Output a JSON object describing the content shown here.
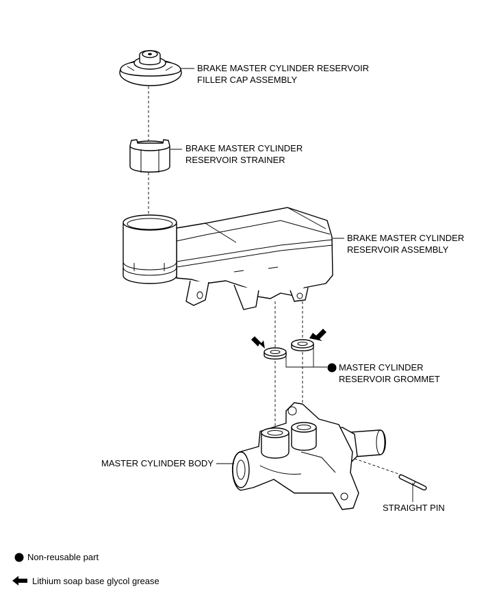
{
  "parts": {
    "filler_cap": [
      "BRAKE MASTER CYLINDER RESERVOIR",
      "FILLER CAP ASSEMBLY"
    ],
    "strainer": [
      "BRAKE MASTER CYLINDER",
      "RESERVOIR STRAINER"
    ],
    "reservoir": [
      "BRAKE MASTER CYLINDER",
      "RESERVOIR ASSEMBLY"
    ],
    "grommet": [
      "MASTER CYLINDER",
      "RESERVOIR GROMMET"
    ],
    "body": "MASTER CYLINDER BODY",
    "pin": "STRAIGHT PIN"
  },
  "legend": {
    "non_reusable": "Non-reusable part",
    "grease": "Lithium soap base glycol grease"
  },
  "icons": {
    "non_reusable": "filled-circle-icon",
    "grease": "arrow-left-icon"
  }
}
